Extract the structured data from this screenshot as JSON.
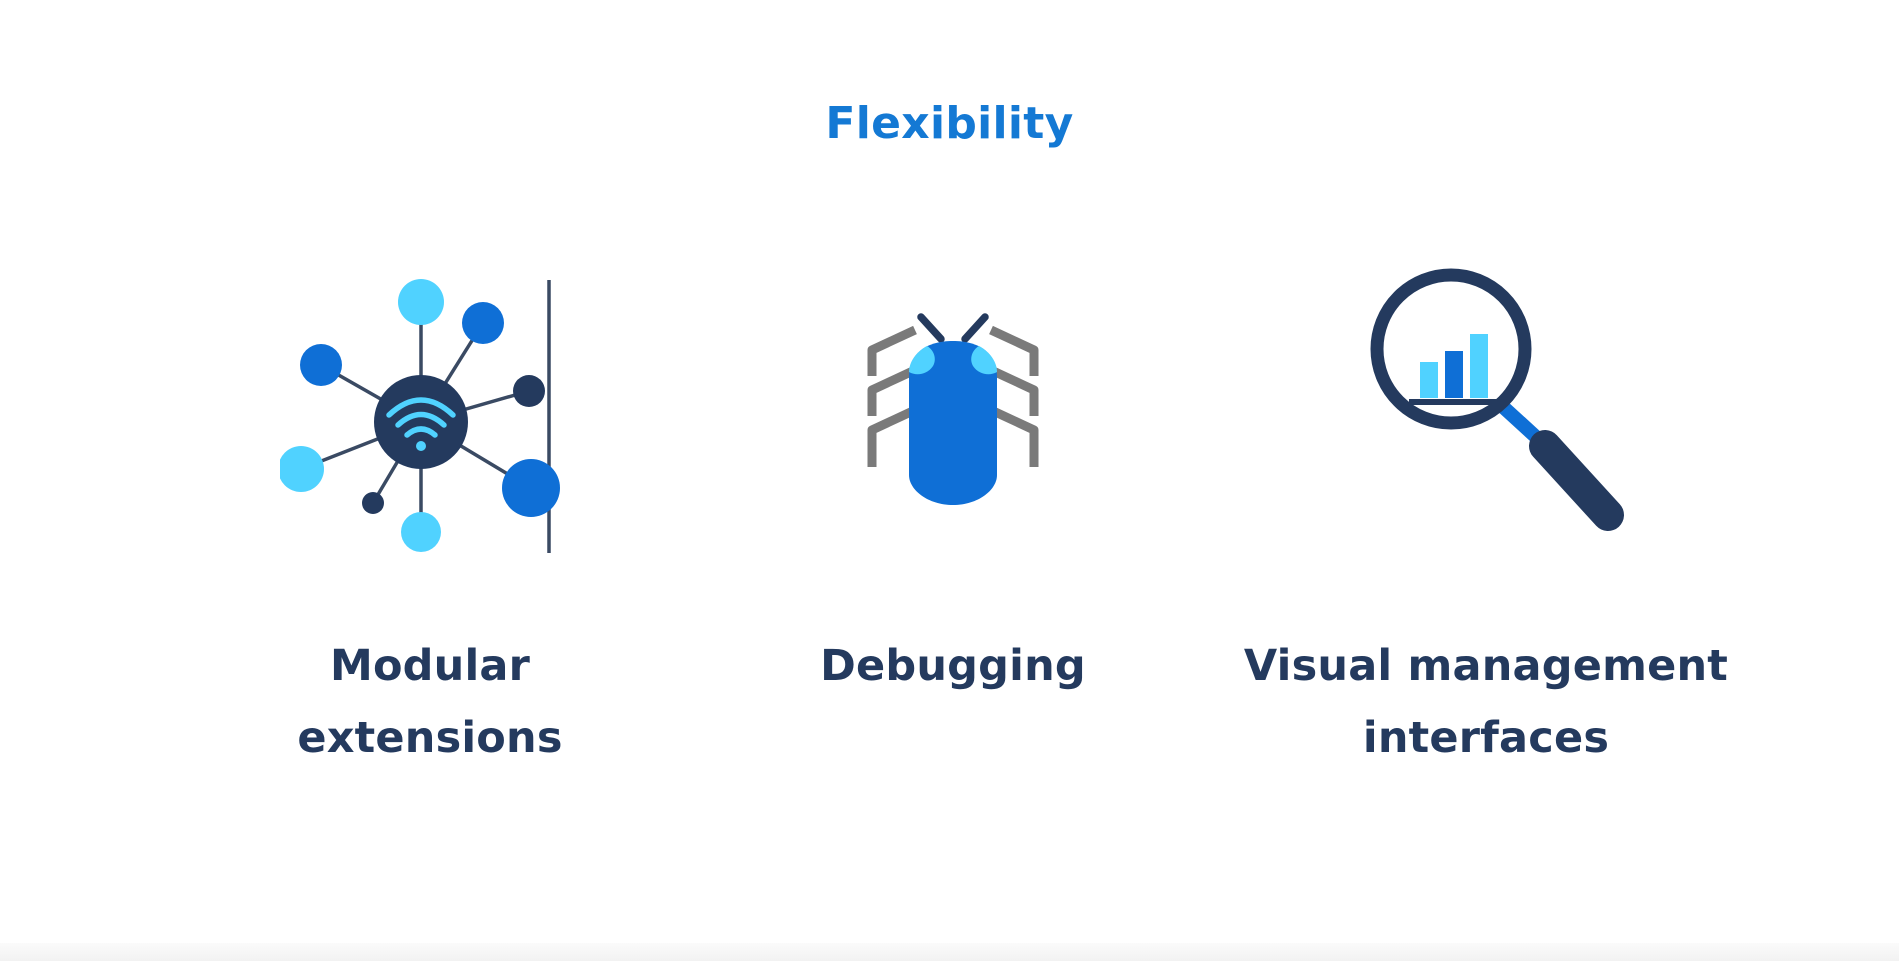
{
  "slide": {
    "title": "Flexibility"
  },
  "features": [
    {
      "icon": "network-hub-icon",
      "label_lines": [
        "Modular",
        "extensions"
      ]
    },
    {
      "icon": "bug-icon",
      "label_lines": [
        "Debugging"
      ]
    },
    {
      "icon": "magnifier-chart-icon",
      "label_lines": [
        "Visual management",
        "interfaces"
      ]
    }
  ],
  "colors": {
    "title": "#1479d4",
    "label": "#243a5e",
    "navy": "#243a5e",
    "blue": "#0f6fd6",
    "light_blue": "#50d2ff",
    "gray": "#7a7a7a"
  }
}
